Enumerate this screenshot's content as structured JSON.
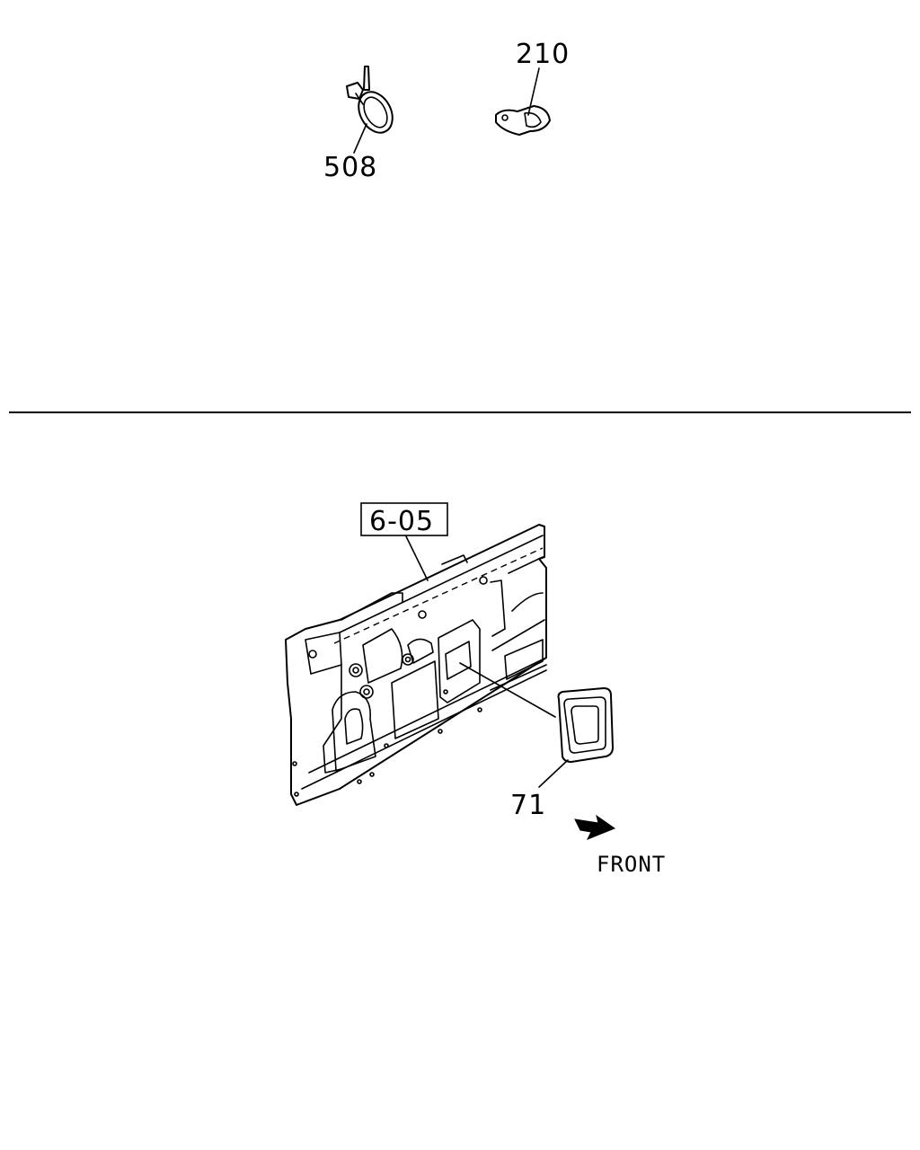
{
  "callouts": {
    "part_508": "508",
    "part_210": "210",
    "part_605": "6-05",
    "part_71": "71"
  },
  "direction": {
    "front_label": "FRONT"
  },
  "colors": {
    "ink": "#000000",
    "paper": "#ffffff"
  }
}
